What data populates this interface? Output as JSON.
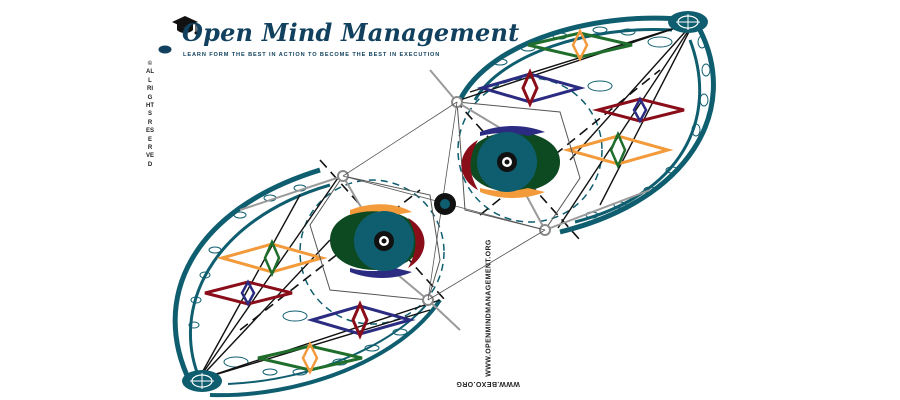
{
  "brand": {
    "title": "Open Mind Management",
    "tagline": "LEARN FORM THE BEST IN ACTION TO BECOME THE BEST IN EXECUTION",
    "copyright": "©ALL RIGHTS RESERVED"
  },
  "urls": {
    "vertical": "WWW.OPENMINDMANAGEMENT.ORG",
    "bottom": "WWW.BEXO.ORG"
  },
  "colors": {
    "teal": "#0f5e6f",
    "navy": "#11415e",
    "dark_green": "#0d4a22",
    "green": "#1f6e2b",
    "maroon": "#8a0e1a",
    "orange": "#f39a3a",
    "purple": "#2b2b82",
    "gray": "#9a9a9a"
  }
}
